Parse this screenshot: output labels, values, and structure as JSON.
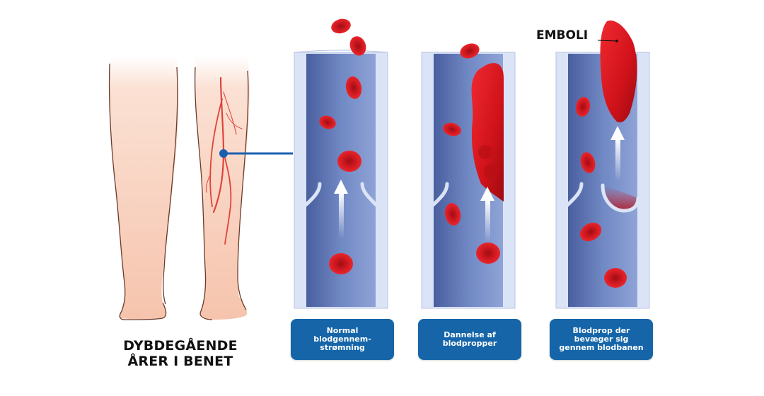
{
  "legs": {
    "title_lines": [
      "DYBDEGÅENDE",
      "ÅRER I BENET"
    ]
  },
  "emboli_label": "EMBOLI",
  "panels": [
    {
      "id": "normal",
      "caption_lines": [
        "Normal",
        "blodgennem-",
        "strømning"
      ]
    },
    {
      "id": "formation",
      "caption_lines": [
        "Dannelse af",
        "blodpropper"
      ]
    },
    {
      "id": "moving",
      "caption_lines": [
        "Blodprop der",
        "bevæger sig",
        "gennem blodbanen"
      ]
    }
  ],
  "colors": {
    "skin": "#f7c9b4",
    "skin_outline": "#6b3a2a",
    "vein_line": "#e0443a",
    "pointer": "#1c5fb0",
    "vessel_inner": "#5d77b5",
    "vessel_wall": "#dbe4f6",
    "blood": "#d4141c",
    "caption_bg": "#1565a8"
  }
}
